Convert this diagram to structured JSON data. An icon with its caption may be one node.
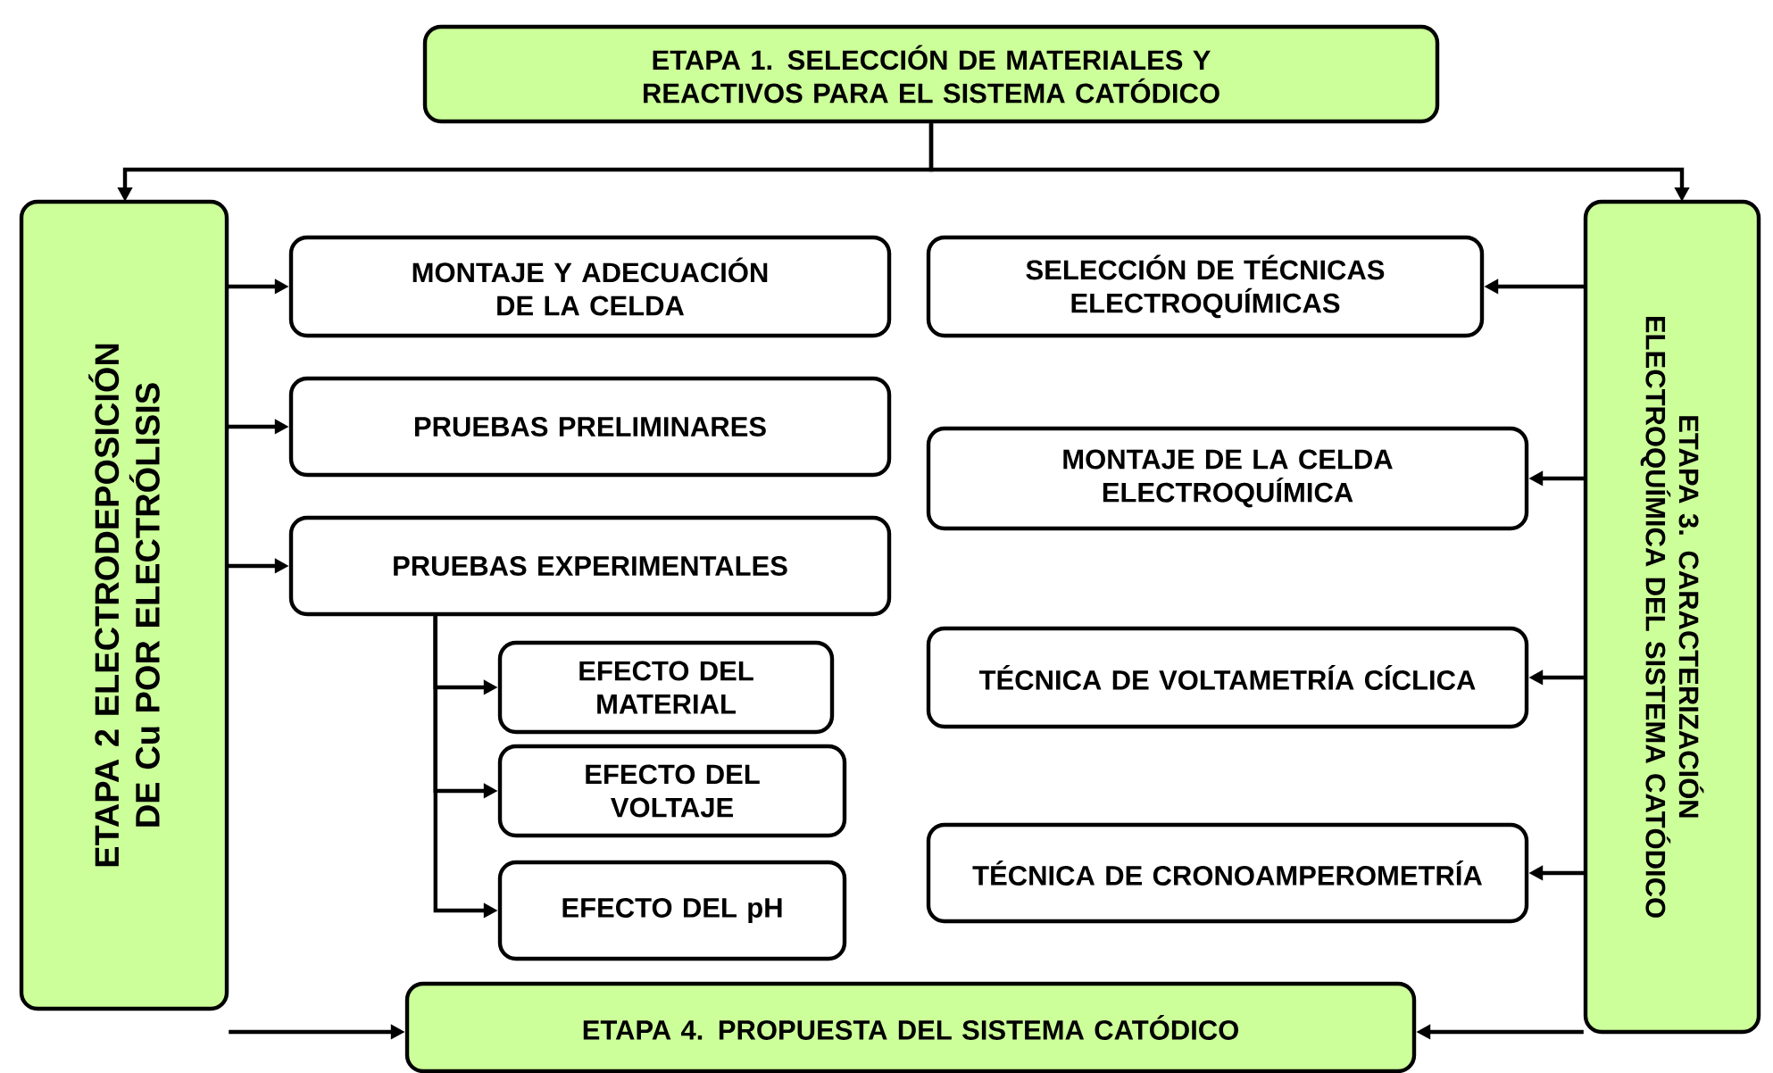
{
  "diagram": {
    "nodes": [
      {
        "text": [
          "ETAPA 1. SELECCIÓN DE MATERIALES Y REACTIVOS PARA EL SISTEMA CATÓDICO"
        ]
      },
      {
        "text": [
          "ETAPA 2 ELECTRODEPOSICIÓN DE Cu POR ELECTRÓLISIS"
        ]
      },
      {
        "text": [
          "ETAPA 3. CARACTERIZACIÓN ELECTROQUÍMICA DEL SISTEMA CATÓDICO"
        ]
      },
      {
        "text": [
          "ETAPA 4. PROPUESTA DEL SISTEMA CATÓDICO"
        ]
      },
      {
        "text": [
          "MONTAJE Y ADECUACIÓN DE LA CELDA"
        ]
      },
      {
        "text": [
          "PRUEBAS PRELIMINARES"
        ]
      },
      {
        "text": [
          "PRUEBAS EXPERIMENTALES"
        ]
      },
      {
        "text": [
          "EFECTO DEL MATERIAL"
        ]
      },
      {
        "text": [
          "EFECTO DEL VOLTAJE"
        ]
      },
      {
        "text": [
          "EFECTO DEL pH"
        ]
      },
      {
        "text": [
          "SELECCIÓN DE TÉCNICAS ELECTROQUÍMICAS"
        ]
      },
      {
        "text": [
          "MONTAJE DE LA CELDA ELECTROQUÍMICA"
        ]
      },
      {
        "text": [
          "TÉCNICA DE VOLTAMETRÍA CÍCLICA"
        ]
      },
      {
        "text": [
          "TÉCNICA DE CRONOAMPEROMETRÍA"
        ]
      }
    ],
    "edges": [
      {
        "from": 0,
        "to": 1,
        "arrow": "to"
      },
      {
        "from": 0,
        "to": 2,
        "arrow": "to"
      },
      {
        "from": 1,
        "to": 4,
        "arrow": "to"
      },
      {
        "from": 1,
        "to": 5,
        "arrow": "to"
      },
      {
        "from": 1,
        "to": 6,
        "arrow": "to"
      },
      {
        "from": 6,
        "to": 7,
        "arrow": "to"
      },
      {
        "from": 6,
        "to": 8,
        "arrow": "to"
      },
      {
        "from": 6,
        "to": 9,
        "arrow": "to"
      },
      {
        "from": 2,
        "to": 10,
        "arrow": "to"
      },
      {
        "from": 2,
        "to": 11,
        "arrow": "to"
      },
      {
        "from": 2,
        "to": 12,
        "arrow": "to"
      },
      {
        "from": 2,
        "to": 13,
        "arrow": "to"
      },
      {
        "from": 1,
        "to": 3,
        "arrow": "to"
      },
      {
        "from": 2,
        "to": 3,
        "arrow": "to"
      }
    ]
  }
}
